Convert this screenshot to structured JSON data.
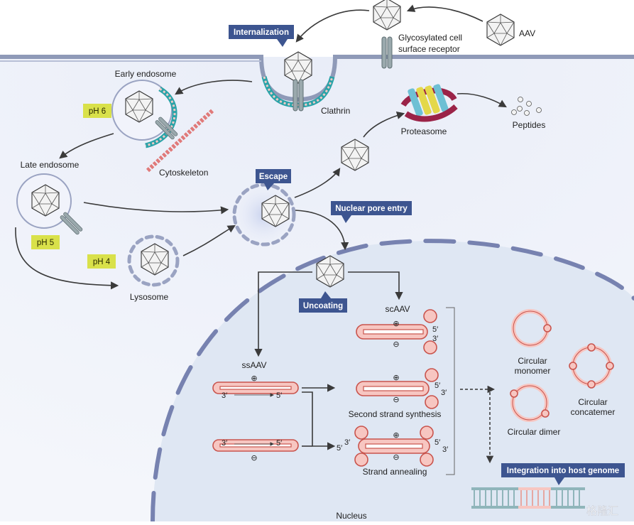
{
  "labels": {
    "aav": "AAV",
    "receptor_line1": "Glycosylated cell",
    "receptor_line2": "surface receptor",
    "early_endosome": "Early endosome",
    "clathrin": "Clathrin",
    "cytoskeleton": "Cytoskeleton",
    "late_endosome": "Late endosome",
    "lysosome": "Lysosome",
    "proteasome": "Proteasome",
    "peptides": "Peptides",
    "scaav": "scAAV",
    "ssaav": "ssAAV",
    "second_strand": "Second strand synthesis",
    "strand_annealing": "Strand annealing",
    "circular_monomer_1": "Circular",
    "circular_monomer_2": "monomer",
    "circular_dimer": "Circular dimer",
    "circular_concatemer_1": "Circular",
    "circular_concatemer_2": "concatemer",
    "nucleus": "Nucleus",
    "plus": "⊕",
    "minus": "⊖",
    "five_prime": "5′",
    "three_prime": "3′"
  },
  "tags": {
    "internalization": "Internalization",
    "escape": "Escape",
    "nuclear_pore_entry": "Nuclear pore entry",
    "uncoating": "Uncoating",
    "integration": "Integration into host genome"
  },
  "ph": {
    "early": "pH 6",
    "late": "pH 5",
    "lysosome": "pH 4"
  },
  "watermark": "格隆汇",
  "colors": {
    "tag_bg": "#3d5590",
    "ph_bg": "#d9e14a",
    "cell_bg": "#e7ebf7",
    "nucleus_bg": "#dde6f2",
    "dna_fill": "#f7c6c1",
    "dna_stroke": "#c9544d",
    "clathrin": "#2aa3a8"
  }
}
